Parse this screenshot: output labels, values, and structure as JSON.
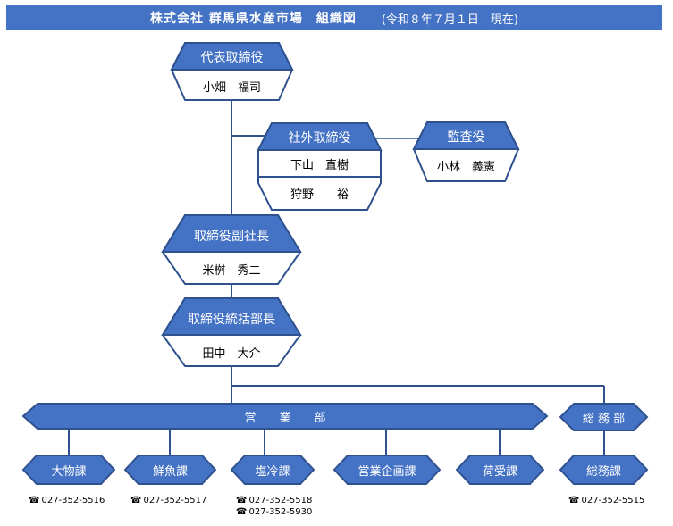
{
  "title": {
    "main": "株式会社 群馬県水産市場　組織図",
    "date": "(令和８年７月１日　現在)"
  },
  "ceo": {
    "role": "代表取締役",
    "name": "小畑　福司"
  },
  "outside_directors": {
    "role": "社外取締役",
    "names": [
      "下山　直樹",
      "狩野　　裕"
    ]
  },
  "auditor": {
    "role": "監査役",
    "name": "小林　義憲"
  },
  "vice_president": {
    "role": "取締役副社長",
    "name": "米桝　秀二"
  },
  "general_manager": {
    "role": "取締役統括部長",
    "name": "田中　大介"
  },
  "sales_dept": {
    "label": "営　　業　　部"
  },
  "admin_dept": {
    "label": "総 務 部"
  },
  "sections": [
    {
      "label": "大物課",
      "phones": [
        "027-352-5516"
      ]
    },
    {
      "label": "鮮魚課",
      "phones": [
        "027-352-5517"
      ]
    },
    {
      "label": "塩冷課",
      "phones": [
        "027-352-5518",
        "027-352-5930"
      ]
    },
    {
      "label": "営業企画課",
      "phones": []
    },
    {
      "label": "荷受課",
      "phones": []
    },
    {
      "label": "総務課",
      "phones": [
        "027-352-5515"
      ]
    }
  ],
  "tel_icon": "telephone-icon",
  "colors": {
    "box_fill": "#4472c4",
    "box_border": "#2f528f",
    "line": "#2f528f"
  }
}
